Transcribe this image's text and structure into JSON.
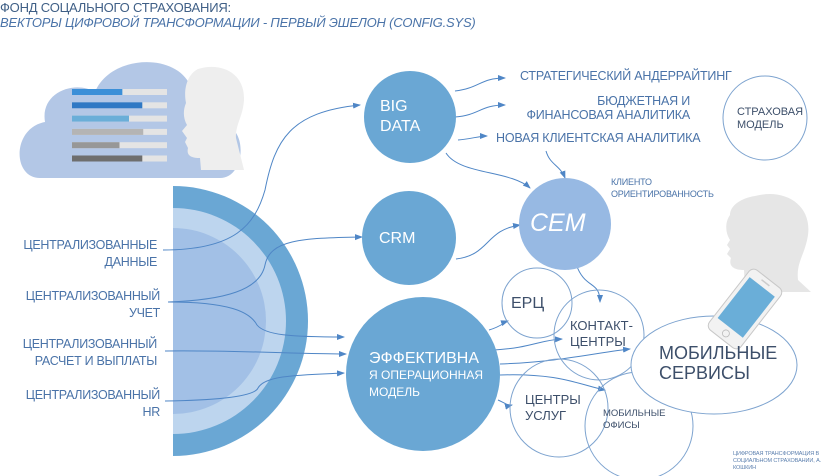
{
  "header": {
    "title": "ФОНД СОЦАЛЬНОГО СТРАХОВАНИЯ:",
    "subtitle": "ВЕКТОРЫ ЦИФРОВОЙ ТРАНСФОРМАЦИИ -  ПЕРВЫЙ ЭШЕЛОН (CONFIG.SYS)"
  },
  "colors": {
    "node_fill": "#6aa7d4",
    "cem_fill": "#97b9e3",
    "text_blue": "#4a73a8",
    "text_dark": "#3d4f6a",
    "outline": "#7da3cf",
    "cloud": "#b3c7e6",
    "silhouette": "#e6e6e6"
  },
  "left_labels": [
    {
      "line1": "ЦЕНТРАЛИЗОВАННЫЕ",
      "line2": "ДАННЫЕ"
    },
    {
      "line1": "ЦЕНТРАЛИЗОВАННЫЙ",
      "line2": "УЧЕТ"
    },
    {
      "line1": "ЦЕНТРАЛИЗОВАННЫЙ",
      "line2": "РАСЧЕТ И ВЫПЛАТЫ"
    },
    {
      "line1": "ЦЕНТРАЛИЗОВАННЫЙ",
      "line2": "HR"
    }
  ],
  "nodes": {
    "big_data": {
      "line1": "BIG",
      "line2": "DATA"
    },
    "crm": {
      "label": "CRM"
    },
    "cem": {
      "label": "CEM"
    },
    "ops_model": {
      "line1": "ЭФФЕКТИВНА",
      "line2": "Я ОПЕРАЦИОННАЯ",
      "line3": "МОДЕЛЬ"
    },
    "insurance_model": {
      "line1": "СТРАХОВАЯ",
      "line2": "МОДЕЛЬ"
    },
    "erc": {
      "label": "ЕРЦ"
    },
    "contact_centers": {
      "line1": "КОНТАКТ-",
      "line2": "ЦЕНТРЫ"
    },
    "mobile_services": {
      "line1": "МОБИЛЬНЫЕ",
      "line2": "СЕРВИСЫ"
    },
    "service_centers": {
      "line1": "ЦЕНТРЫ",
      "line2": "УСЛУГ"
    },
    "mobile_offices": {
      "line1": "МОБИЛЬНЫЕ",
      "line2": "ОФИСЫ"
    }
  },
  "big_data_outputs": {
    "underwriting": "СТРАТЕГИЧЕСКИЙ АНДЕРРАЙТИНГ",
    "budget_line1": "БЮДЖЕТНАЯ И",
    "budget_line2": "ФИНАНСОВАЯ АНАЛИТИКА",
    "client_analytics": "НОВАЯ КЛИЕНТСКАЯ АНАЛИТИКА"
  },
  "client_orientation": {
    "line1": "КЛИЕНТО",
    "line2": "ОРИЕНТИРОВАННОСТЬ"
  },
  "cloud_bars": [
    {
      "fill": 0.53,
      "color": "#3b8fd8"
    },
    {
      "fill": 0.74,
      "color": "#2f78c4"
    },
    {
      "fill": 0.6,
      "color": "#6aaed8"
    },
    {
      "fill": 0.75,
      "color": "#b4b4b4"
    },
    {
      "fill": 0.5,
      "color": "#979797"
    },
    {
      "fill": 0.74,
      "color": "#6e6e6e"
    }
  ],
  "credit": {
    "line1": "ЦИФРОВАЯ ТРАНСФОРМАЦИЯ В",
    "line2": "СОЦИАЛЬНОМ  СТРАХОВАНИИ, А. КОШКИН"
  }
}
